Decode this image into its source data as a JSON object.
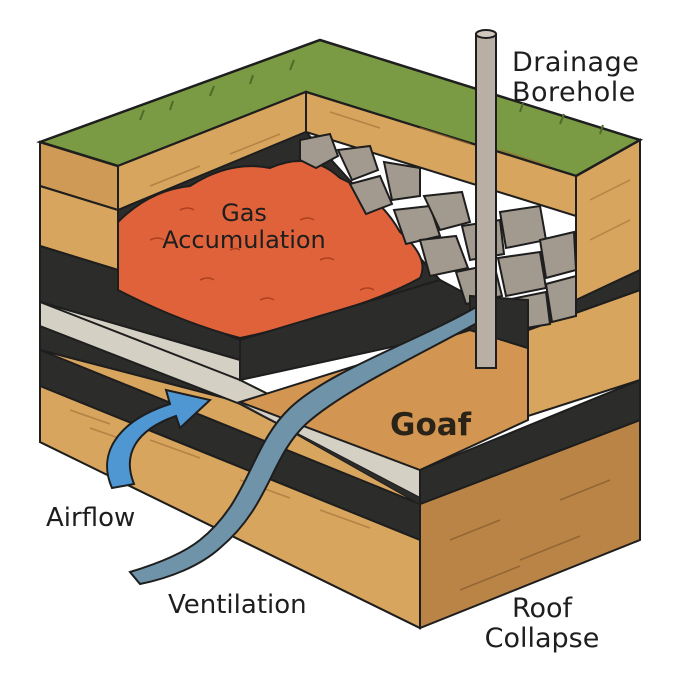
{
  "labels": {
    "drainage_borehole": [
      "Drainage",
      "Borehole"
    ],
    "gas_accumulation": [
      "Gas",
      "Accumulation"
    ],
    "goaf": "Goaf",
    "airflow": "Airflow",
    "ventilation": "Ventilation",
    "roof_collapse": [
      "Roof",
      "Collapse"
    ]
  },
  "colors": {
    "grass": "#7a9a44",
    "sandstone": "#d8a55e",
    "sandstone_dark": "#b98446",
    "coal": "#2c2c2a",
    "gas": "#e0623a",
    "goaf_fill": "#d39552",
    "rock": "#a39a8f",
    "airway": "#d4d0c4",
    "flow_arrow": "#4f97d3",
    "pipe": "#b9afa4",
    "outline": "#1e1e1e"
  }
}
